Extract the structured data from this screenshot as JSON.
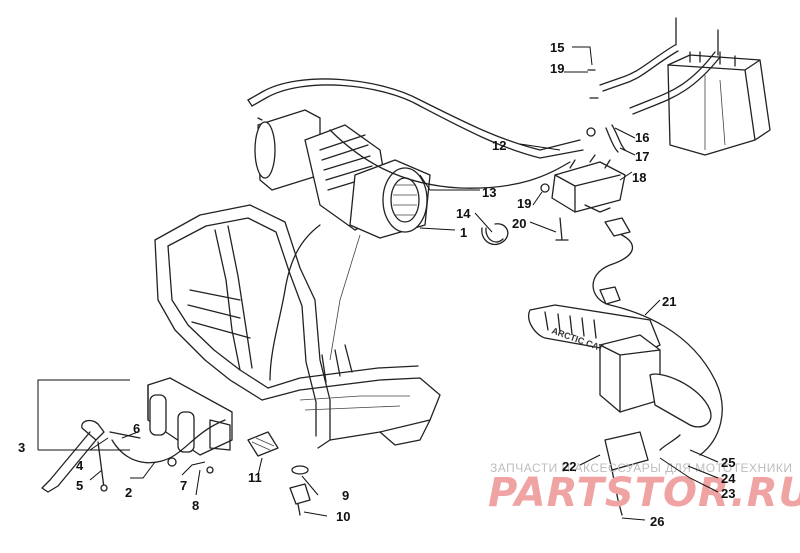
{
  "callouts": [
    {
      "id": "c1",
      "text": "1"
    },
    {
      "id": "c2",
      "text": "2"
    },
    {
      "id": "c3",
      "text": "3"
    },
    {
      "id": "c4",
      "text": "4"
    },
    {
      "id": "c5",
      "text": "5"
    },
    {
      "id": "c6",
      "text": "6"
    },
    {
      "id": "c7",
      "text": "7"
    },
    {
      "id": "c8",
      "text": "8"
    },
    {
      "id": "c9",
      "text": "9"
    },
    {
      "id": "c10",
      "text": "10"
    },
    {
      "id": "c11",
      "text": "11"
    },
    {
      "id": "c12",
      "text": "12"
    },
    {
      "id": "c13",
      "text": "13"
    },
    {
      "id": "c14",
      "text": "14"
    },
    {
      "id": "c15",
      "text": "15"
    },
    {
      "id": "c16",
      "text": "16"
    },
    {
      "id": "c17",
      "text": "17"
    },
    {
      "id": "c18",
      "text": "18"
    },
    {
      "id": "c19a",
      "text": "19"
    },
    {
      "id": "c19b",
      "text": "19"
    },
    {
      "id": "c20",
      "text": "20"
    },
    {
      "id": "c21",
      "text": "21"
    },
    {
      "id": "c22",
      "text": "22"
    },
    {
      "id": "c23",
      "text": "23"
    },
    {
      "id": "c24",
      "text": "24"
    },
    {
      "id": "c25",
      "text": "25"
    },
    {
      "id": "c26",
      "text": "26"
    }
  ],
  "handlebar_text": "ARCTIC CAT",
  "watermark": {
    "top_text": "ЗАПЧАСТИ И АКСЕССУАРЫ ДЛЯ МОТОТЕХНИКИ",
    "brand": "PARTSTOR.RU"
  },
  "colors": {
    "line": "#222222",
    "watermark_brand": "#f0a3a3",
    "watermark_text": "#bdbdbd"
  }
}
